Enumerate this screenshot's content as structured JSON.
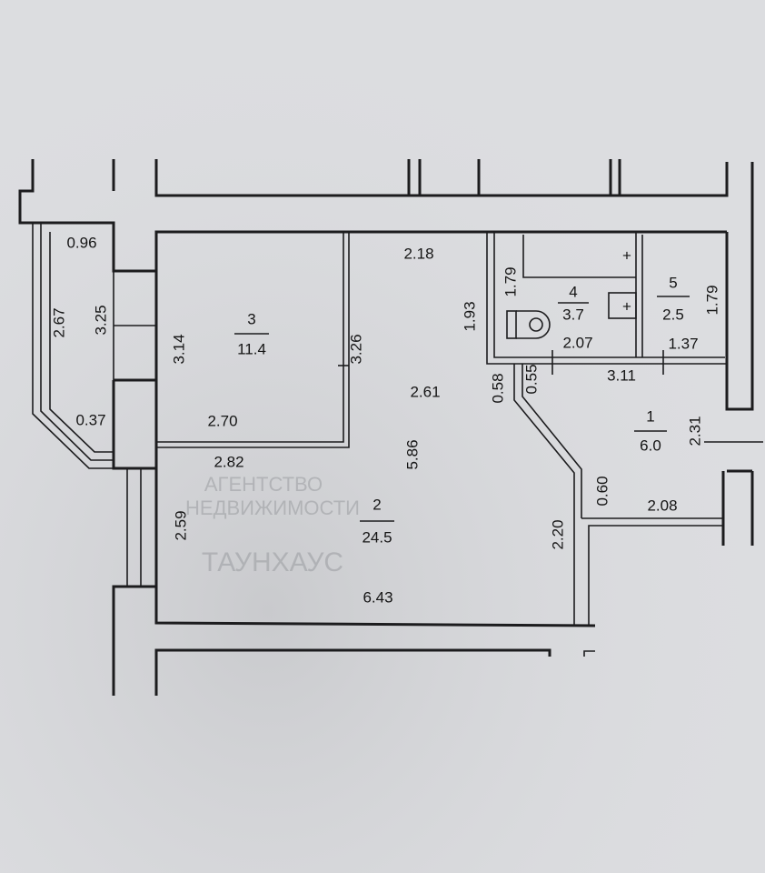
{
  "watermark": {
    "line1": "ТАУНХАУС",
    "line2": "АГЕНТСТВО",
    "line3": "НЕДВИЖИМОСТИ"
  },
  "rooms": [
    {
      "number": "1",
      "area": "6.0"
    },
    {
      "number": "2",
      "area": "24.5"
    },
    {
      "number": "3",
      "area": "11.4"
    },
    {
      "number": "4",
      "area": "3.7"
    },
    {
      "number": "5",
      "area": "2.5"
    }
  ],
  "dimensions": {
    "balcony_top": "0.96",
    "balcony_outer": "2.67",
    "balcony_inner": "3.25",
    "balcony_bottom": "0.37",
    "room3_left": "3.14",
    "room3_right": "3.26",
    "room3_bottom_inner": "2.70",
    "room3_bottom_outer": "2.82",
    "hall_top": "2.18",
    "hall_wall": "1.93",
    "hall_width": "2.61",
    "room2_height": "5.86",
    "corridor_a": "0.58",
    "corridor_b": "0.55",
    "bath_height": "1.79",
    "bath_width": "2.07",
    "wc_height": "1.79",
    "wc_width": "1.37",
    "room1_width": "3.11",
    "room1_depth": "2.31",
    "room1_step": "0.60",
    "room1_bottom": "2.08",
    "room2_right": "2.20",
    "room2_left": "2.59",
    "room2_bottom": "6.43"
  }
}
